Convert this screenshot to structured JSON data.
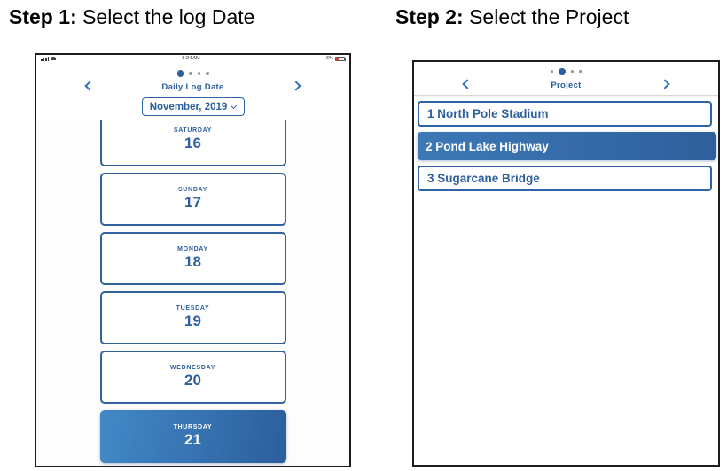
{
  "headings": {
    "step1_bold": "Step 1:",
    "step1_rest": " Select the log Date",
    "step2_bold": "Step 2:",
    "step2_rest": " Select the Project"
  },
  "colors": {
    "accent_blue": "#2d5f9e",
    "selected_gradient_start": "#4289c8",
    "selected_gradient_end": "#2c5e9c",
    "inactive_dot": "#9a9a9a",
    "battery_warning": "#e03c31"
  },
  "phone1": {
    "status": {
      "time": "8:24 AM",
      "battery": "6%"
    },
    "pagination": {
      "count": 4,
      "active": 0
    },
    "nav": {
      "title": "Daily Log Date"
    },
    "month_select": {
      "value": "November, 2019"
    },
    "days": [
      {
        "day": "SATURDAY",
        "date": "16",
        "selected": false
      },
      {
        "day": "SUNDAY",
        "date": "17",
        "selected": false
      },
      {
        "day": "MONDAY",
        "date": "18",
        "selected": false
      },
      {
        "day": "TUESDAY",
        "date": "19",
        "selected": false
      },
      {
        "day": "WEDNESDAY",
        "date": "20",
        "selected": false
      },
      {
        "day": "THURSDAY",
        "date": "21",
        "selected": true
      }
    ]
  },
  "phone2": {
    "pagination": {
      "count": 4,
      "active": 1
    },
    "nav": {
      "title": "Project"
    },
    "projects": [
      {
        "label": "1 North Pole Stadium",
        "selected": false
      },
      {
        "label": "2 Pond Lake Highway",
        "selected": true
      },
      {
        "label": "3 Sugarcane Bridge",
        "selected": false
      }
    ]
  }
}
